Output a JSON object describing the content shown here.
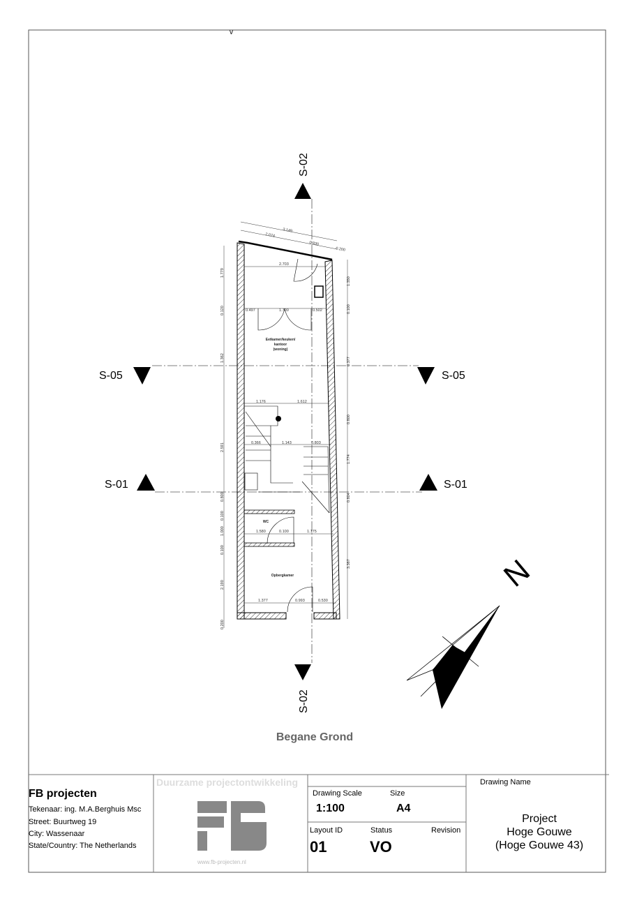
{
  "drawing": {
    "title": "Begane Grond",
    "sections": {
      "top": "S-02",
      "bottom": "S-02",
      "s05_left": "S-05",
      "s05_right": "S-05",
      "s01_left": "S-01",
      "s01_right": "S-01"
    },
    "north_label": "N",
    "rooms": [
      "Eetkamer/keuken/",
      "kantoor",
      "(woning)",
      "WC",
      "Opbergkamer"
    ],
    "dims_top": [
      "3.149",
      "2.074",
      "0.830",
      "0.200",
      "2.703",
      "0.497",
      "1.700",
      "0.502"
    ],
    "dims_left": [
      "1.779",
      "0.120",
      "1.362",
      "2.591",
      "0.800",
      "0.100",
      "1.000",
      "0.100",
      "2.190",
      "0.200"
    ],
    "dims_right": [
      "1.350",
      "0.100",
      "0.377",
      "0.800",
      "1.774",
      "0.804",
      "3.387"
    ],
    "dims_interior": [
      "1.176",
      "1.612",
      "0.366",
      "1.143",
      "0.803",
      "1.580",
      "0.100",
      "1.175",
      "1.377",
      "0.993",
      "0.530"
    ]
  },
  "title_block": {
    "company": "FB projecten",
    "designer": "Tekenaar: ing. M.A.Berghuis Msc",
    "street": "Street: Buurtweg 19",
    "city": "City: Wassenaar",
    "country": "State/Country: The Netherlands",
    "slogan": "Duurzame projectontwikkeling",
    "logo_text": "FB",
    "website": "www.fb-projecten.nl",
    "scale_label": "Drawing Scale",
    "scale_value": "1:100",
    "size_label": "Size",
    "size_value": "A4",
    "layout_label": "Layout ID",
    "layout_value": "01",
    "status_label": "Status",
    "status_value": "VO",
    "revision_label": "Revision",
    "drawing_name_label": "Drawing Name",
    "project_line1": "Project",
    "project_line2": "Hoge Gouwe",
    "project_line3": "(Hoge Gouwe 43)"
  }
}
